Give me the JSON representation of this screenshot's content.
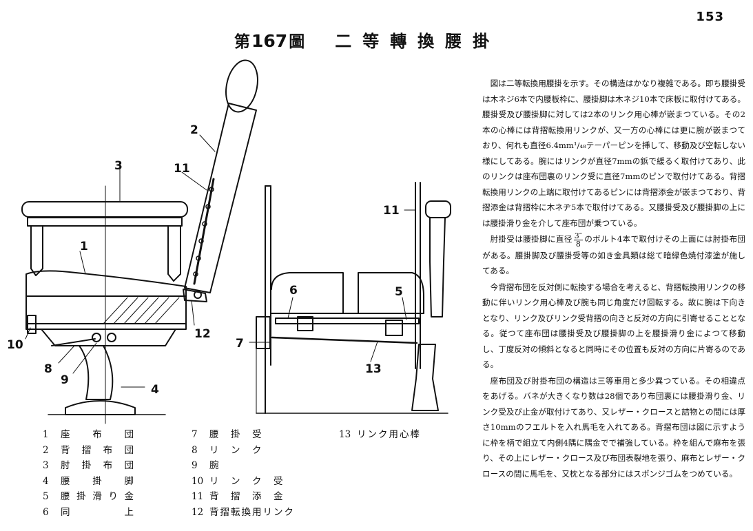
{
  "page_number": "153",
  "title": {
    "prefix": "第",
    "number": "167",
    "suffix": "圖",
    "name": "二等轉換腰掛"
  },
  "callouts": [
    "1",
    "2",
    "3",
    "4",
    "5",
    "6",
    "7",
    "8",
    "9",
    "10",
    "11",
    "12",
    "13",
    "11"
  ],
  "legend": {
    "col1": [
      {
        "num": "1",
        "label": "座布団"
      },
      {
        "num": "2",
        "label": "背摺布団"
      },
      {
        "num": "3",
        "label": "肘掛布団"
      },
      {
        "num": "4",
        "label": "腰掛脚"
      },
      {
        "num": "5",
        "label": "腰掛滑り金"
      },
      {
        "num": "6",
        "label": "同　上"
      }
    ],
    "col2": [
      {
        "num": "7",
        "label": "腰　掛　受"
      },
      {
        "num": "8",
        "label": "リ　ン　ク"
      },
      {
        "num": "9",
        "label": "腕"
      },
      {
        "num": "10",
        "label": "リ　ン　ク　受"
      },
      {
        "num": "11",
        "label": "背　摺　添　金"
      },
      {
        "num": "12",
        "label": "背摺転換用リンク"
      }
    ],
    "col3": [
      {
        "num": "13",
        "label": "リンク用心棒"
      }
    ]
  },
  "body": {
    "p1": "図は二等転換用腰掛を示す。その構造はかなり複雑である。即ち腰掛受は木ネジ6本で内腰板枠に、腰掛脚は木ネジ10本で床板に取付けてある。腰掛受及び腰掛脚に対しては2本のリンク用心棒が嵌まつている。その2本の心棒には背摺転換用リンクが、又一方の心棒には更に腕が嵌まつており、何れも直径6.4mm¹/₄₈テーパーピンを挿して、移動及び空転しない様にしてある。腕にはリンクが直径7mmの鋲で緩るく取付けてあり、此のリンクは座布団裏のリンク受に直径7mmのピンで取付けてある。背摺転換用リンクの上端に取付けてあるピンには背摺添金が嵌まつており、背摺添金は背摺枠に木ネヂ5本で取付けてある。又腰掛受及び腰掛脚の上には腰掛滑り金を介して座布団が乗つている。",
    "p2_before": "肘掛受は腰掛脚に直径",
    "p2_frac_num": "3″",
    "p2_frac_den": "8",
    "p2_after": "のボルト4本で取付けその上面には肘掛布団がある。腰掛脚及び腰掛受等の如き金具類は総て暗緑色焼付漆塗が施してある。",
    "p3": "今背摺布団を反対側に転換する場合を考えると、背摺転換用リンクの移動に伴いリンク用心棒及び腕も同じ角度だけ回転する。故に腕は下向きとなり、リンク及びリンク受背摺の向きと反対の方向に引寄せることとなる。従つて座布団は腰掛受及び腰掛脚の上を腰掛滑り金によつて移動し、丁度反対の傾斜となると同時にその位置も反対の方向に片寄るのである。",
    "p4": "座布団及び肘掛布団の構造は三等車用と多少異つている。その相違点をあげる。バネが大きくなり数は28個であり布団裏には腰掛滑り金、リンク受及び止金が取付けてあり、又レザー・クロースと詰物との間には厚さ10mmのフエルトを入れ馬毛を入れてある。背摺布団は図に示すように枠を柄で組立て内側4隅に隅金でで補強している。枠を組んで麻布を張り、その上にレザー・クロース及び布団表裂地を張り、麻布とレザー・クロースの間に馬毛を、又枕となる部分にはスポンジゴムをつめている。"
  }
}
